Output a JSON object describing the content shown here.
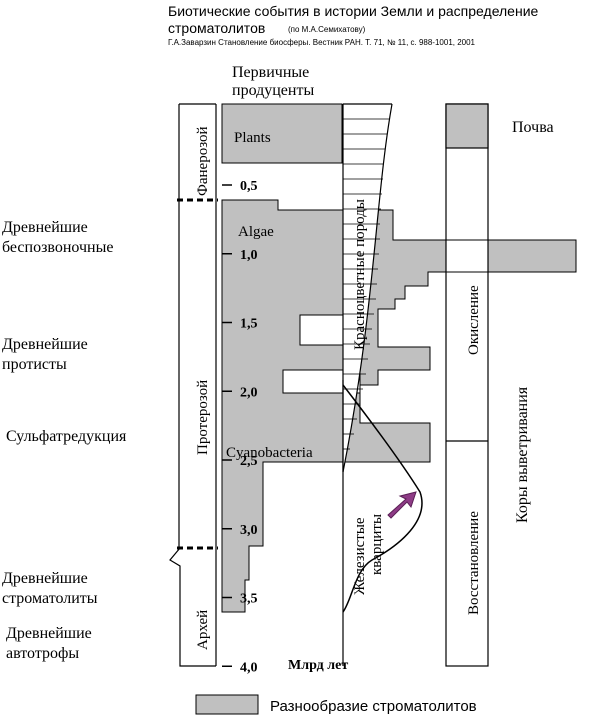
{
  "header": {
    "title_line1": "Биотические события в истории Земли и распределение",
    "title_line2": "строматолитов",
    "title_note": "(по М.А.Семихатову)",
    "citation": "Г.А.Заварзин Становление биосферы. Вестник РАН. Т. 71, № 11, с. 988-1001, 2001"
  },
  "columns": {
    "producers_line1": "Первичные",
    "producers_line2": "продуценты",
    "soil": "Почва",
    "oxidation": "Окисление",
    "reduction": "Восстановление",
    "weathering": "Коры выветривания",
    "red_beds": "Красноцветные породы",
    "bif_line1": "Железистые",
    "bif_line2": "кварциты"
  },
  "eons": {
    "phanerozoic": "Фанерозой",
    "proterozoic": "Протерозой",
    "archean": "Архей"
  },
  "organisms": {
    "plants": "Plants",
    "algae": "Algae",
    "cyanobacteria": "Cyanobacteria"
  },
  "events": {
    "invertebrates_line1": "Древнейшие",
    "invertebrates_line2": "беспозвоночные",
    "protists_line1": "Древнейшие",
    "protists_line2": "протисты",
    "sulfate_reduction": "Сульфатредукция",
    "stromatolites_line1": "Древнейшие",
    "stromatolites_line2": "строматолиты",
    "autotrophs_line1": "Древнейшие",
    "autotrophs_line2": "автотрофы"
  },
  "time_axis": {
    "unit": "Млрд лет",
    "ticks": [
      {
        "label": "0,5",
        "value": 0.5
      },
      {
        "label": "1,0",
        "value": 1.0
      },
      {
        "label": "1,5",
        "value": 1.5
      },
      {
        "label": "2,0",
        "value": 2.0
      },
      {
        "label": "2,5",
        "value": 2.5
      },
      {
        "label": "3,0",
        "value": 3.0
      },
      {
        "label": "3,5",
        "value": 3.5
      },
      {
        "label": "4,0",
        "value": 4.0
      }
    ]
  },
  "legend": {
    "label": "Разнообразие строматолитов"
  },
  "colors": {
    "fill": "#c0c0c0",
    "stroke": "#000000",
    "arrow": "#8e3b86"
  }
}
